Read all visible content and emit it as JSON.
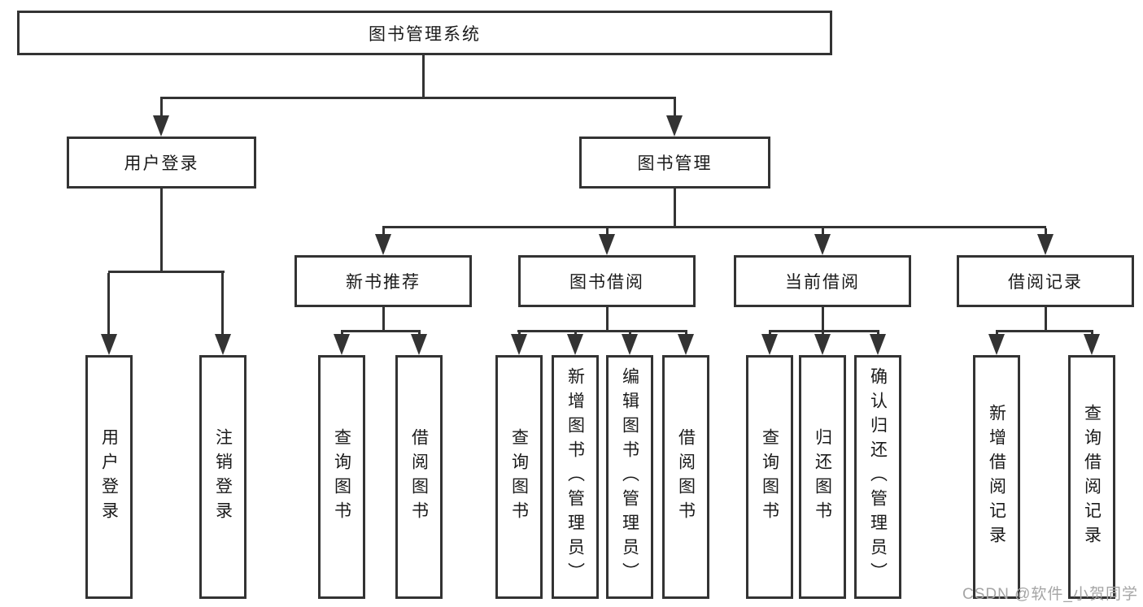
{
  "diagram": {
    "type": "hierarchy-tree",
    "line_color": "#333333",
    "text_color": "#1a1a1a",
    "background": "#ffffff",
    "root": {
      "label": "图书管理系统",
      "children": [
        {
          "label": "用户登录",
          "children": [
            {
              "label": "用户登录"
            },
            {
              "label": "注销登录"
            }
          ]
        },
        {
          "label": "图书管理",
          "children": [
            {
              "label": "新书推荐",
              "children": [
                {
                  "label": "查询图书"
                },
                {
                  "label": "借阅图书"
                }
              ]
            },
            {
              "label": "图书借阅",
              "children": [
                {
                  "label": "查询图书"
                },
                {
                  "label": "新增图书（管理员）"
                },
                {
                  "label": "编辑图书（管理员）"
                },
                {
                  "label": "借阅图书"
                }
              ]
            },
            {
              "label": "当前借阅",
              "children": [
                {
                  "label": "查询图书"
                },
                {
                  "label": "归还图书"
                },
                {
                  "label": "确认归还（管理员）"
                }
              ]
            },
            {
              "label": "借阅记录",
              "children": [
                {
                  "label": "新增借阅记录"
                },
                {
                  "label": "查询借阅记录"
                }
              ]
            }
          ]
        }
      ]
    }
  },
  "watermark": {
    "text": "CSDN @软件_小贺同学",
    "color": "#a5a5a5"
  }
}
